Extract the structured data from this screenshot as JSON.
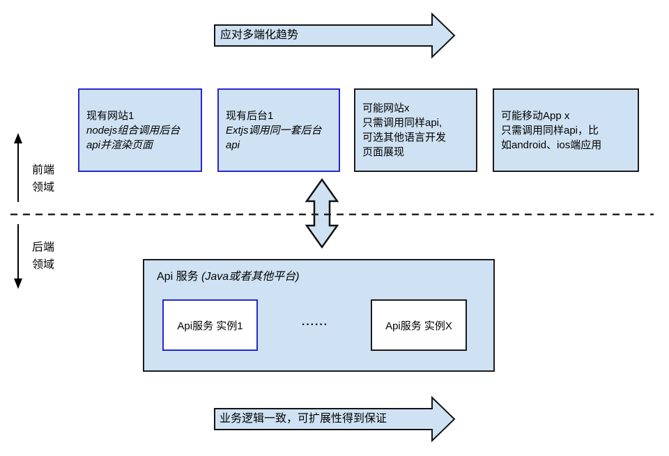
{
  "colors": {
    "box_fill": "#cfe2f3",
    "blue_border": "#2626cf",
    "black_border": "#1a1a1a",
    "background": "#ffffff"
  },
  "top_arrow": {
    "label": "应对多端化趋势"
  },
  "bottom_arrow": {
    "label": "业务逻辑一致，可扩展性得到保证"
  },
  "axis": {
    "frontend_label": "前端\n领域",
    "backend_label": "后端\n领域"
  },
  "frontend_boxes": [
    {
      "title": "现有网站1",
      "desc": "nodejs组合调用后台\napi并渲染页面"
    },
    {
      "title": "现有后台1",
      "desc": "Extjs调用同一套后台\napi"
    },
    {
      "title": "可能网站x",
      "desc": "只需调用同样api,\n可选其他语言开发\n页面展现"
    },
    {
      "title": "可能移动App x",
      "desc": "只需调用同样api，比\n如android、ios端应用"
    }
  ],
  "api_box": {
    "title": "Api 服务",
    "title_note": "(Java或者其他平台)",
    "ellipsis": "······",
    "instances": [
      {
        "label": "Api服务 实例1"
      },
      {
        "label": "Api服务 实例X"
      }
    ]
  }
}
